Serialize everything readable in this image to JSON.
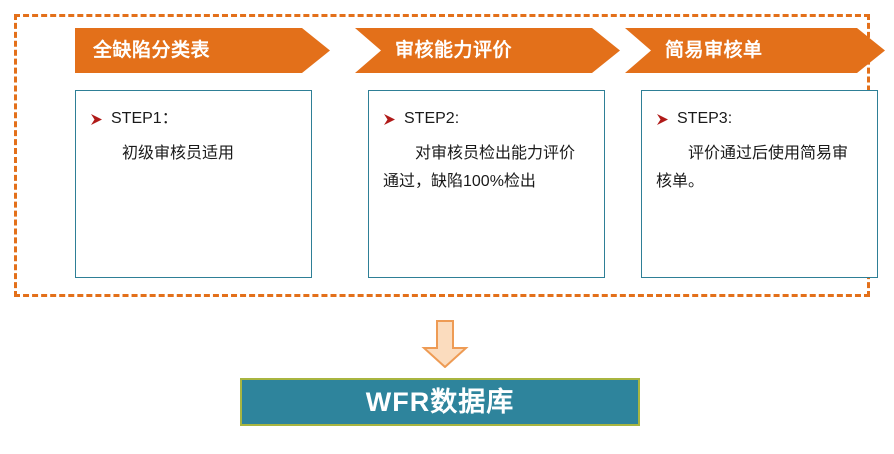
{
  "diagram": {
    "title_hidden": "",
    "colors": {
      "accent_orange": "#E3701A",
      "box_border_blue": "#2E7F96",
      "banner_fill_teal": "#2E849C",
      "banner_border_olive": "#A8B540",
      "bullet_red": "#B01A18",
      "arrow_fill_peach": "#FBDCBE",
      "arrow_stroke_orange": "#EE9B54"
    },
    "steps": [
      {
        "header": "全缺陷分类表",
        "step_label": "STEP1：",
        "body": "初级审核员适用",
        "bullet_icon": "arrow-bullet-icon"
      },
      {
        "header": "审核能力评价",
        "step_label": "STEP2:",
        "body": "对审核员检出能力评价通过，缺陷100%检出",
        "bullet_icon": "arrow-bullet-icon"
      },
      {
        "header": "简易审核单",
        "step_label": "STEP3:",
        "body": "评价通过后使用简易审核单。",
        "bullet_icon": "arrow-bullet-icon"
      }
    ],
    "flow_arrow": {
      "icon": "down-arrow-icon",
      "direction": "down"
    },
    "output": {
      "label": "WFR数据库"
    }
  }
}
